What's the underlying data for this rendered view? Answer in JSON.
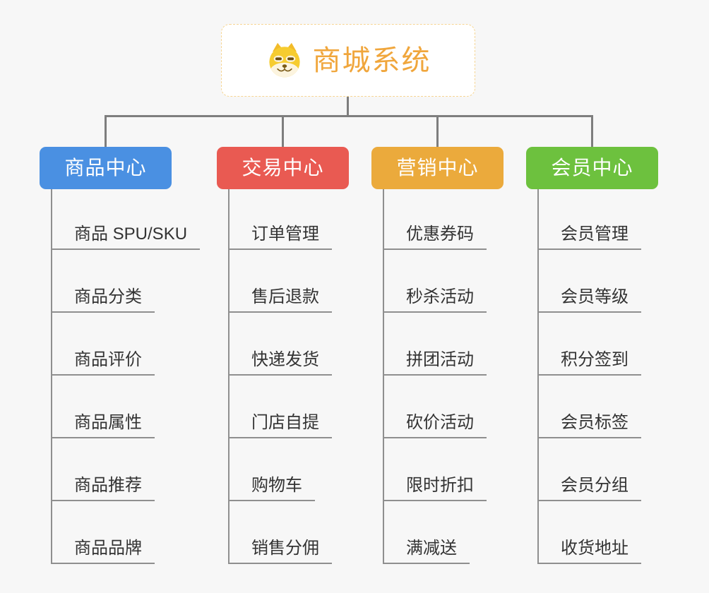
{
  "root": {
    "label": "商城系统",
    "icon": "dog-icon",
    "text_color": "#F0A63C",
    "border_color": "#F6D593",
    "background": "#FFFFFF"
  },
  "colors": {
    "canvas_background": "#F7F7F7",
    "connector": "#7E7E7E",
    "item_line": "#8F8F8F",
    "item_text": "#333333",
    "header_text": "#FFFFFF"
  },
  "branches": [
    {
      "label": "商品中心",
      "color": "#4A90E2",
      "items": [
        "商品 SPU/SKU",
        "商品分类",
        "商品评价",
        "商品属性",
        "商品推荐",
        "商品品牌"
      ]
    },
    {
      "label": "交易中心",
      "color": "#E95A52",
      "items": [
        "订单管理",
        "售后退款",
        "快递发货",
        "门店自提",
        "购物车",
        "销售分佣"
      ]
    },
    {
      "label": "营销中心",
      "color": "#EBAA3C",
      "items": [
        "优惠券码",
        "秒杀活动",
        "拼团活动",
        "砍价活动",
        "限时折扣",
        "满减送"
      ]
    },
    {
      "label": "会员中心",
      "color": "#6DC13E",
      "items": [
        "会员管理",
        "会员等级",
        "积分签到",
        "会员标签",
        "会员分组",
        "收货地址"
      ]
    }
  ]
}
